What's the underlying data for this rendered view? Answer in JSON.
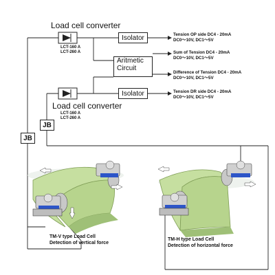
{
  "converters": [
    {
      "title": "Load cell converter",
      "models": [
        "LCT-160 A",
        "LCT-260 A"
      ]
    },
    {
      "title": "Load cell converter",
      "models": [
        "LCT-160 A",
        "LCT-260 A"
      ]
    }
  ],
  "isolators": [
    "Isolator",
    "Isolator"
  ],
  "arith": {
    "line1": "Aritmetic",
    "line2": "Circuit"
  },
  "outputs": [
    {
      "line1": "Tension OP side DC4 - 20mA",
      "line2": "DC0～10V, DC1～5V"
    },
    {
      "line1": "Sum of Tension  DC4 - 20mA",
      "line2": "DC0～10V, DC1～5V"
    },
    {
      "line1": "Difference of Tension  DC4 - 20mA",
      "line2": "DC0～10V, DC1～5V"
    },
    {
      "line1": "Tension DR side DC4 - 20mA",
      "line2": "DC0～10V, DC1～5V"
    }
  ],
  "jb_labels": [
    "JB",
    "JB"
  ],
  "captions": [
    {
      "line1": "TM-V type Load Cell",
      "line2": "Detection of vertical force"
    },
    {
      "line1": "TM-H type Load Cell",
      "line2": "Detection of horizontal force"
    }
  ],
  "colors": {
    "web": "#c6dfa0",
    "web_dark": "#9fc077",
    "load_cell": "#2d55c8",
    "line": "#222222",
    "machine": "#c8c8c8"
  }
}
